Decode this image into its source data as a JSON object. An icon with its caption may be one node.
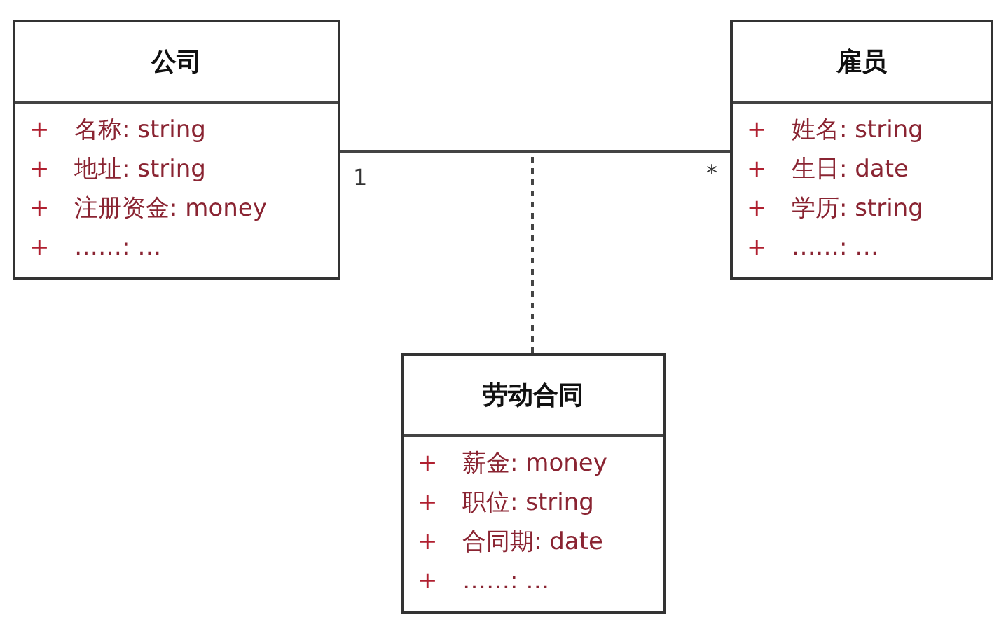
{
  "diagram": {
    "nodes": [
      {
        "text": [
          "公司",
          "+",
          "名称: string",
          "+",
          "地址: string",
          "+",
          "注册资金: money",
          "+",
          "……: …"
        ]
      },
      {
        "text": [
          "雇员",
          "+",
          "姓名: string",
          "+",
          "生日: date",
          "+",
          "学历: string",
          "+",
          "……: …"
        ]
      },
      {
        "text": [
          "劳动合同",
          "+",
          "薪金: money",
          "+",
          "职位: string",
          "+",
          "合同期: date",
          "+",
          "……: …"
        ]
      }
    ],
    "edges": [
      {
        "from": 0,
        "to": 1,
        "arrow": "none"
      },
      {
        "from": 2,
        "to": null,
        "arrow": "none",
        "style": "dashed"
      }
    ],
    "labels": [
      "1",
      "*"
    ]
  }
}
